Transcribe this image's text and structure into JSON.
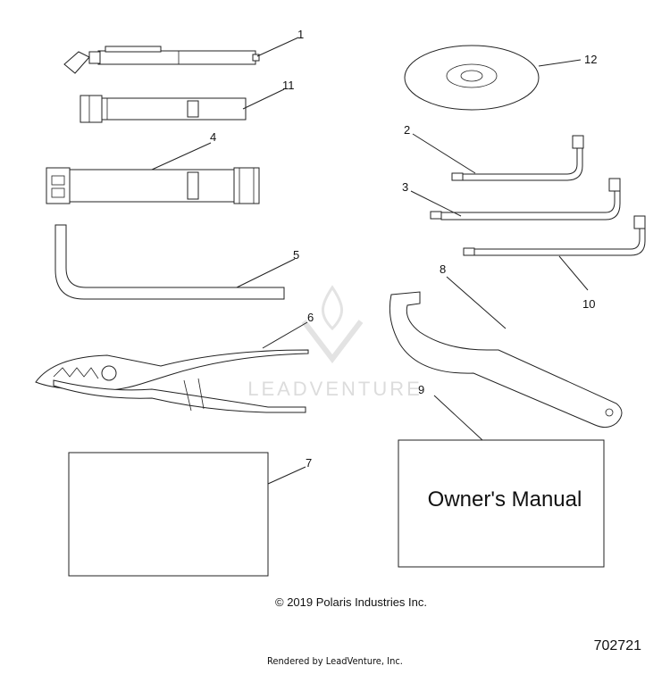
{
  "callouts": {
    "c1": "1",
    "c2": "2",
    "c3": "3",
    "c4": "4",
    "c5": "5",
    "c6": "6",
    "c7": "7",
    "c8": "8",
    "c9": "9",
    "c10": "10",
    "c11": "11",
    "c12": "12"
  },
  "manual_text": "Owner's Manual",
  "copyright": "© 2019 Polaris Industries Inc.",
  "rendered_by": "Rendered by LeadVenture, Inc.",
  "figure_number": "702721",
  "watermark": "LEADVENTURE"
}
